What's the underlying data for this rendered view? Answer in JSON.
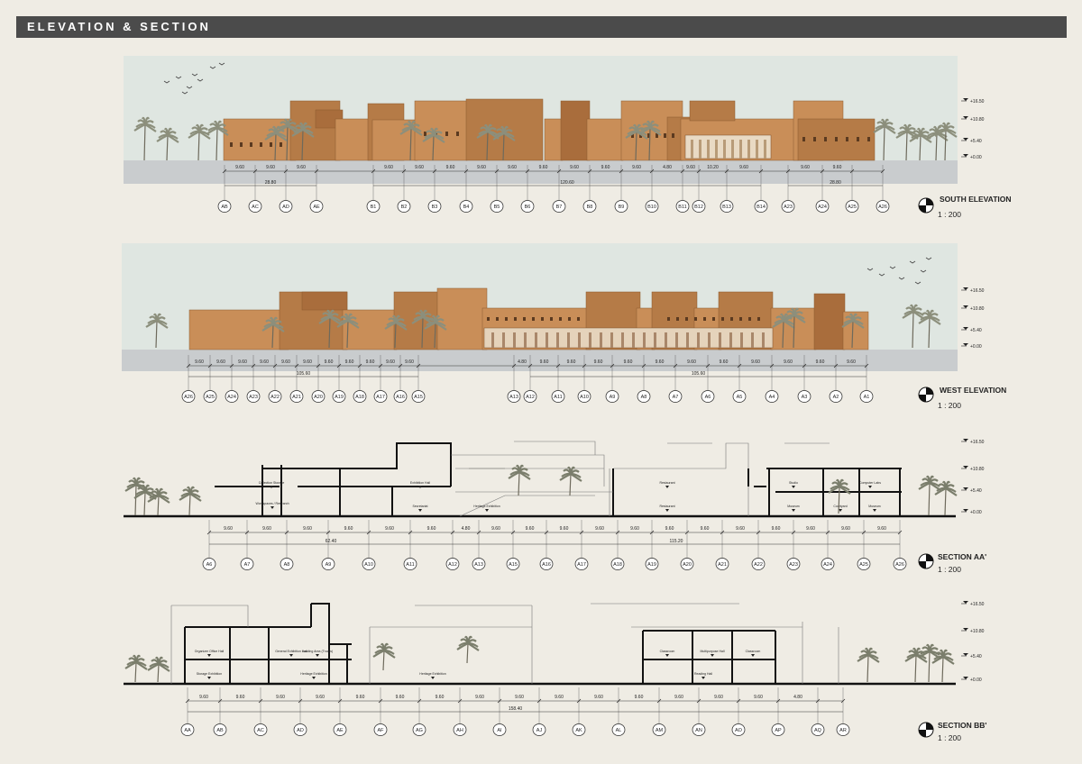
{
  "header": {
    "title": "ELEVATION & SECTION"
  },
  "levels": [
    "+16.50",
    "+10.80",
    "+5.40",
    "+0.00"
  ],
  "drawings": [
    {
      "id": "south",
      "title": "SOUTH ELEVATION",
      "scale": "1 : 200",
      "grid_labels": [
        "AB",
        "AC",
        "AD",
        "AE",
        "B1",
        "B2",
        "B3",
        "B4",
        "B5",
        "B6",
        "B7",
        "B8",
        "B9",
        "B10",
        "B11",
        "B12",
        "B13",
        "B14",
        "A23",
        "A24",
        "A25",
        "A26"
      ],
      "spacings": [
        "9.60",
        "9.60",
        "9.60",
        "9.60",
        "9.60",
        "9.60",
        "9.60",
        "9.60",
        "9.60",
        "9.60",
        "9.60",
        "9.60",
        "4.80",
        "9.60",
        "10.20",
        "9.60",
        "9.60",
        "9.60"
      ],
      "totals": [
        "28.80",
        "120.60",
        "28.80"
      ]
    },
    {
      "id": "west",
      "title": "WEST ELEVATION",
      "scale": "1 : 200",
      "grid_labels": [
        "A26",
        "A25",
        "A24",
        "A23",
        "A22",
        "A21",
        "A20",
        "A19",
        "A18",
        "A17",
        "A16",
        "A15",
        "A13",
        "A12",
        "A11",
        "A10",
        "A9",
        "A8",
        "A7",
        "A6",
        "A5",
        "A4",
        "A3",
        "A2",
        "A1"
      ],
      "spacings": [
        "9.60",
        "9.60",
        "9.60",
        "9.60",
        "9.60",
        "9.60",
        "9.60",
        "9.60",
        "9.60",
        "9.60",
        "9.60",
        "4.80",
        "9.60",
        "9.60",
        "9.60",
        "9.60",
        "9.60",
        "9.60",
        "9.60",
        "9.60",
        "9.60",
        "9.60",
        "9.60"
      ],
      "totals": [
        "105.60",
        "105.60"
      ]
    },
    {
      "id": "aa",
      "title": "SECTION AA'",
      "scale": "1 : 200",
      "grid_labels": [
        "A6",
        "A7",
        "A8",
        "A9",
        "A10",
        "A11",
        "A12",
        "A13",
        "A15",
        "A16",
        "A17",
        "A18",
        "A19",
        "A20",
        "A21",
        "A22",
        "A23",
        "A24",
        "A25",
        "A26"
      ],
      "spacings": [
        "9.60",
        "9.60",
        "9.60",
        "9.60",
        "9.60",
        "9.60",
        "4.80",
        "9.60",
        "9.60",
        "9.60",
        "9.60",
        "9.60",
        "9.60",
        "9.60",
        "9.60",
        "9.60",
        "9.60",
        "9.60",
        "9.60"
      ],
      "totals": [
        "62.40",
        "115.20"
      ],
      "room_labels": [
        "Collection Storage",
        "Workspaces / Research",
        "Exhibition Hall",
        "Secretariat",
        "Heritage Exhibition",
        "Restaurant",
        "Restaurant",
        "Studio",
        "Museum",
        "Computer Labs",
        "Courtyard",
        "Museum"
      ]
    },
    {
      "id": "bb",
      "title": "SECTION BB'",
      "scale": "1 : 200",
      "grid_labels": [
        "AA",
        "AB",
        "AC",
        "AD",
        "AE",
        "AF",
        "AG",
        "AH",
        "AI",
        "AJ",
        "AK",
        "AL",
        "AM",
        "AN",
        "AO",
        "AP",
        "AQ",
        "AR"
      ],
      "spacings": [
        "9.60",
        "9.60",
        "9.60",
        "9.60",
        "9.60",
        "9.60",
        "9.60",
        "9.60",
        "9.60",
        "9.60",
        "9.60",
        "9.60",
        "9.60",
        "9.60",
        "9.60",
        "4.80"
      ],
      "totals": [
        "158.40"
      ],
      "room_labels": [
        "Organizer Office Hall",
        "General Exhibition Hall",
        "Loading Area (Trucks)",
        "Storage Exhibition",
        "Heritage Exhibition",
        "Heritage Exhibition",
        "Classroom",
        "Multipurpose Hall",
        "Classroom",
        "Reading Hall"
      ]
    }
  ]
}
